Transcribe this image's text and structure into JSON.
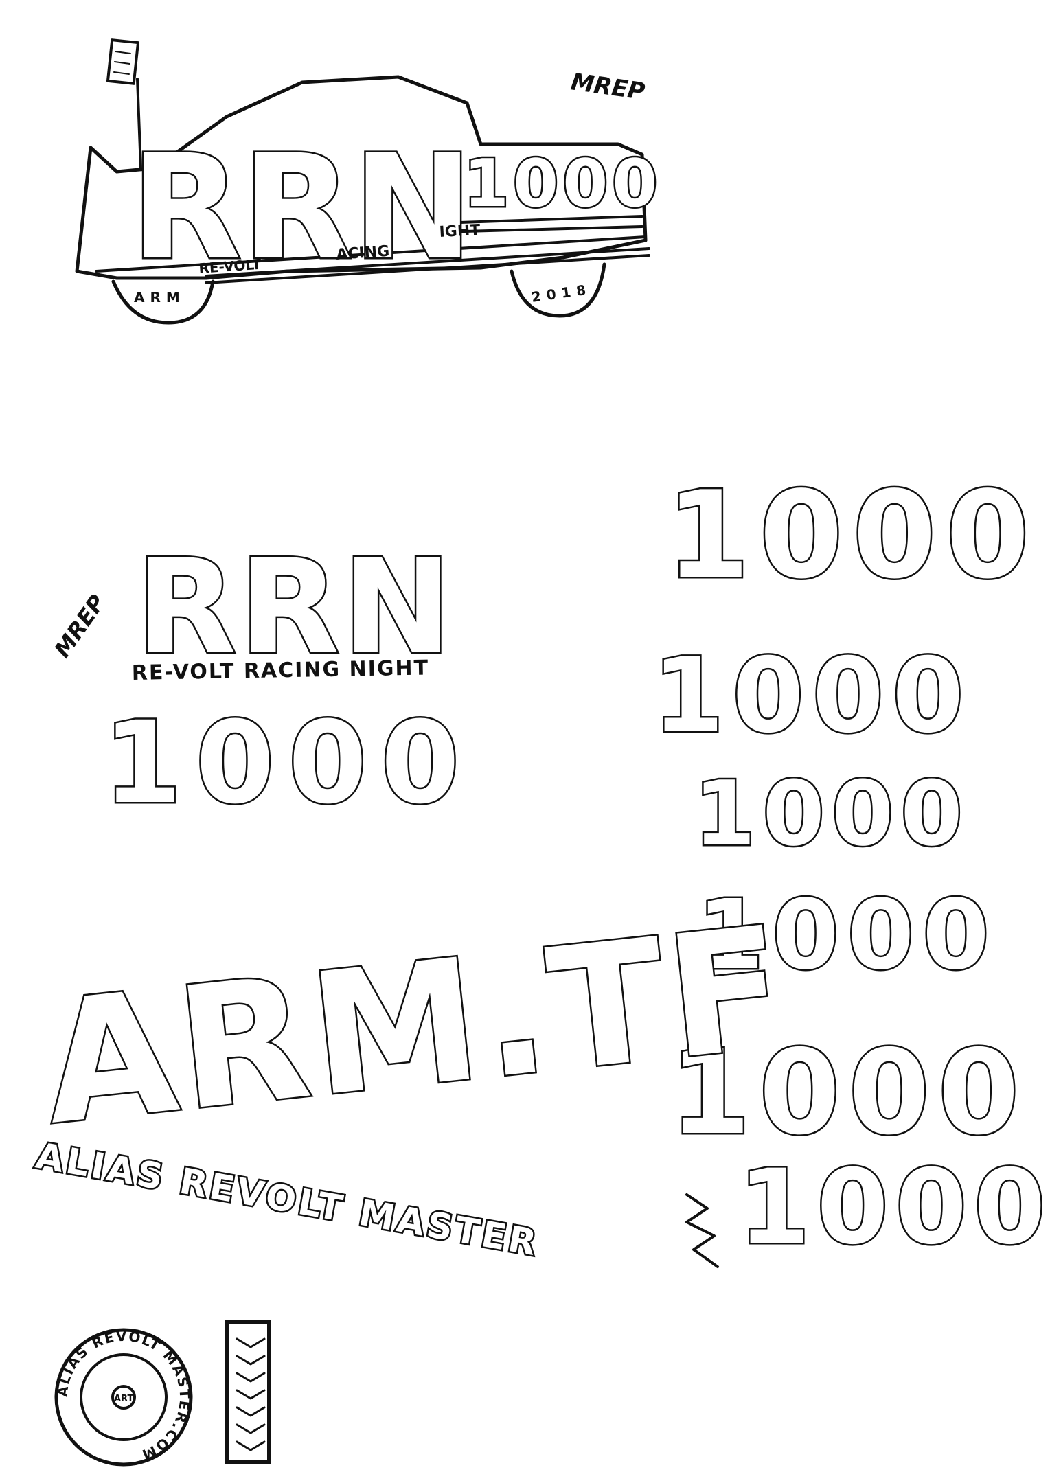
{
  "page": {
    "background": "#ffffff",
    "ink_color": "#111111"
  },
  "sketch_top": {
    "big_letters": "RRN",
    "number": "1000",
    "small_words": [
      "RE-VOLT",
      "ACING",
      "IGHT"
    ],
    "wheel_left_text": "ARM",
    "wheel_right_text": "2018",
    "signature": "MREP"
  },
  "sketch_logo": {
    "title": "RRN",
    "subtitle": "RE-VOLT RACING NIGHT",
    "number": "1000",
    "signature": "MREP"
  },
  "sketch_number_variants": [
    "1000",
    "1000",
    "1000",
    "1000",
    "1000",
    "1000"
  ],
  "sketch_arm": {
    "title": "ARM.TF",
    "subtitle": "ALIAS REVOLT MASTER"
  },
  "sketch_badge": {
    "ring_text": "ALIAS REVOLT MASTER.COM",
    "center_text": "ART"
  }
}
